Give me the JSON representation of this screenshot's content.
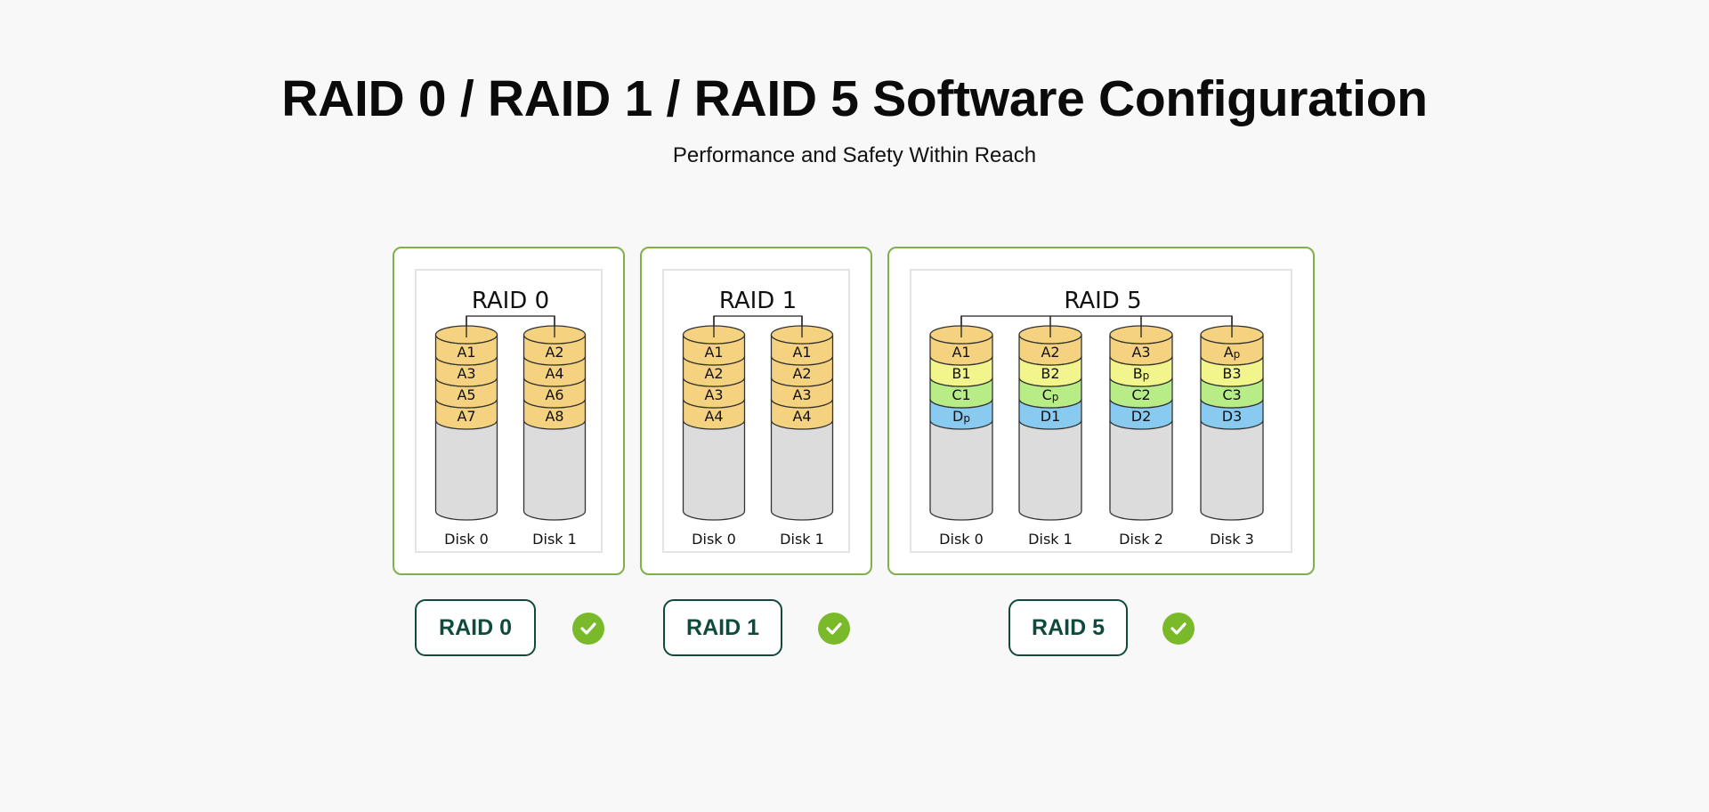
{
  "header": {
    "title": "RAID 0 / RAID 1 / RAID 5 Software Configuration",
    "subtitle": "Performance and Safety Within Reach"
  },
  "colors": {
    "card_border": "#7fb04a",
    "button_border": "#0f4a3c",
    "check_fill": "#7ab929",
    "block_a": "#f5d27f",
    "block_b": "#f2f58c",
    "block_c": "#b8ec86",
    "block_d": "#88caf0",
    "disk_empty": "#dcdcdc"
  },
  "diagrams": [
    {
      "title": "RAID 0",
      "disks": [
        {
          "label": "Disk 0",
          "blocks": [
            {
              "t": "A1",
              "c": "a"
            },
            {
              "t": "A3",
              "c": "a"
            },
            {
              "t": "A5",
              "c": "a"
            },
            {
              "t": "A7",
              "c": "a"
            }
          ]
        },
        {
          "label": "Disk 1",
          "blocks": [
            {
              "t": "A2",
              "c": "a"
            },
            {
              "t": "A4",
              "c": "a"
            },
            {
              "t": "A6",
              "c": "a"
            },
            {
              "t": "A8",
              "c": "a"
            }
          ]
        }
      ]
    },
    {
      "title": "RAID 1",
      "disks": [
        {
          "label": "Disk 0",
          "blocks": [
            {
              "t": "A1",
              "c": "a"
            },
            {
              "t": "A2",
              "c": "a"
            },
            {
              "t": "A3",
              "c": "a"
            },
            {
              "t": "A4",
              "c": "a"
            }
          ]
        },
        {
          "label": "Disk 1",
          "blocks": [
            {
              "t": "A1",
              "c": "a"
            },
            {
              "t": "A2",
              "c": "a"
            },
            {
              "t": "A3",
              "c": "a"
            },
            {
              "t": "A4",
              "c": "a"
            }
          ]
        }
      ]
    },
    {
      "title": "RAID 5",
      "disks": [
        {
          "label": "Disk 0",
          "blocks": [
            {
              "t": "A1",
              "c": "a"
            },
            {
              "t": "B1",
              "c": "b"
            },
            {
              "t": "C1",
              "c": "c"
            },
            {
              "t": "D",
              "s": "p",
              "c": "d"
            }
          ]
        },
        {
          "label": "Disk 1",
          "blocks": [
            {
              "t": "A2",
              "c": "a"
            },
            {
              "t": "B2",
              "c": "b"
            },
            {
              "t": "C",
              "s": "p",
              "c": "c"
            },
            {
              "t": "D1",
              "c": "d"
            }
          ]
        },
        {
          "label": "Disk 2",
          "blocks": [
            {
              "t": "A3",
              "c": "a"
            },
            {
              "t": "B",
              "s": "p",
              "c": "b"
            },
            {
              "t": "C2",
              "c": "c"
            },
            {
              "t": "D2",
              "c": "d"
            }
          ]
        },
        {
          "label": "Disk 3",
          "blocks": [
            {
              "t": "A",
              "s": "p",
              "c": "a"
            },
            {
              "t": "B3",
              "c": "b"
            },
            {
              "t": "C3",
              "c": "c"
            },
            {
              "t": "D3",
              "c": "d"
            }
          ]
        }
      ]
    }
  ],
  "buttons": [
    {
      "label": "RAID 0",
      "checked": true
    },
    {
      "label": "RAID 1",
      "checked": true
    },
    {
      "label": "RAID 5",
      "checked": true
    }
  ]
}
